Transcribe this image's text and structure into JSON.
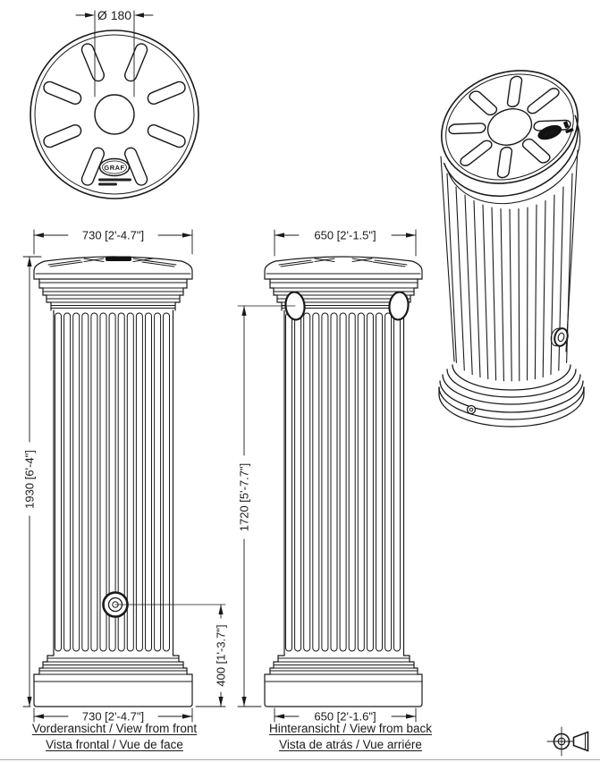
{
  "drawing": {
    "top_view": {
      "diameter_label": "Ø 180"
    },
    "front_view": {
      "top_width_label": "730 [2'-4.7\"]",
      "bottom_width_label": "730 [2'-4.7\"]",
      "height_label": "1930 [6'-4\"]",
      "outlet_height_label": "400 [1'-3.7\"]",
      "caption_line1": "Vorderansicht / View from front",
      "caption_line2": "Vista frontal / Vue de face"
    },
    "back_view": {
      "top_width_label": "650 [2'-1.5\"]",
      "bottom_width_label": "650 [2'-1.6\"]",
      "height_label": "1720 [5'-7.7\"]",
      "caption_line1": "Hinteransicht  / View from back",
      "caption_line2": "Vista de atrás / Vue arriére"
    },
    "logo_text": "GRAF"
  }
}
